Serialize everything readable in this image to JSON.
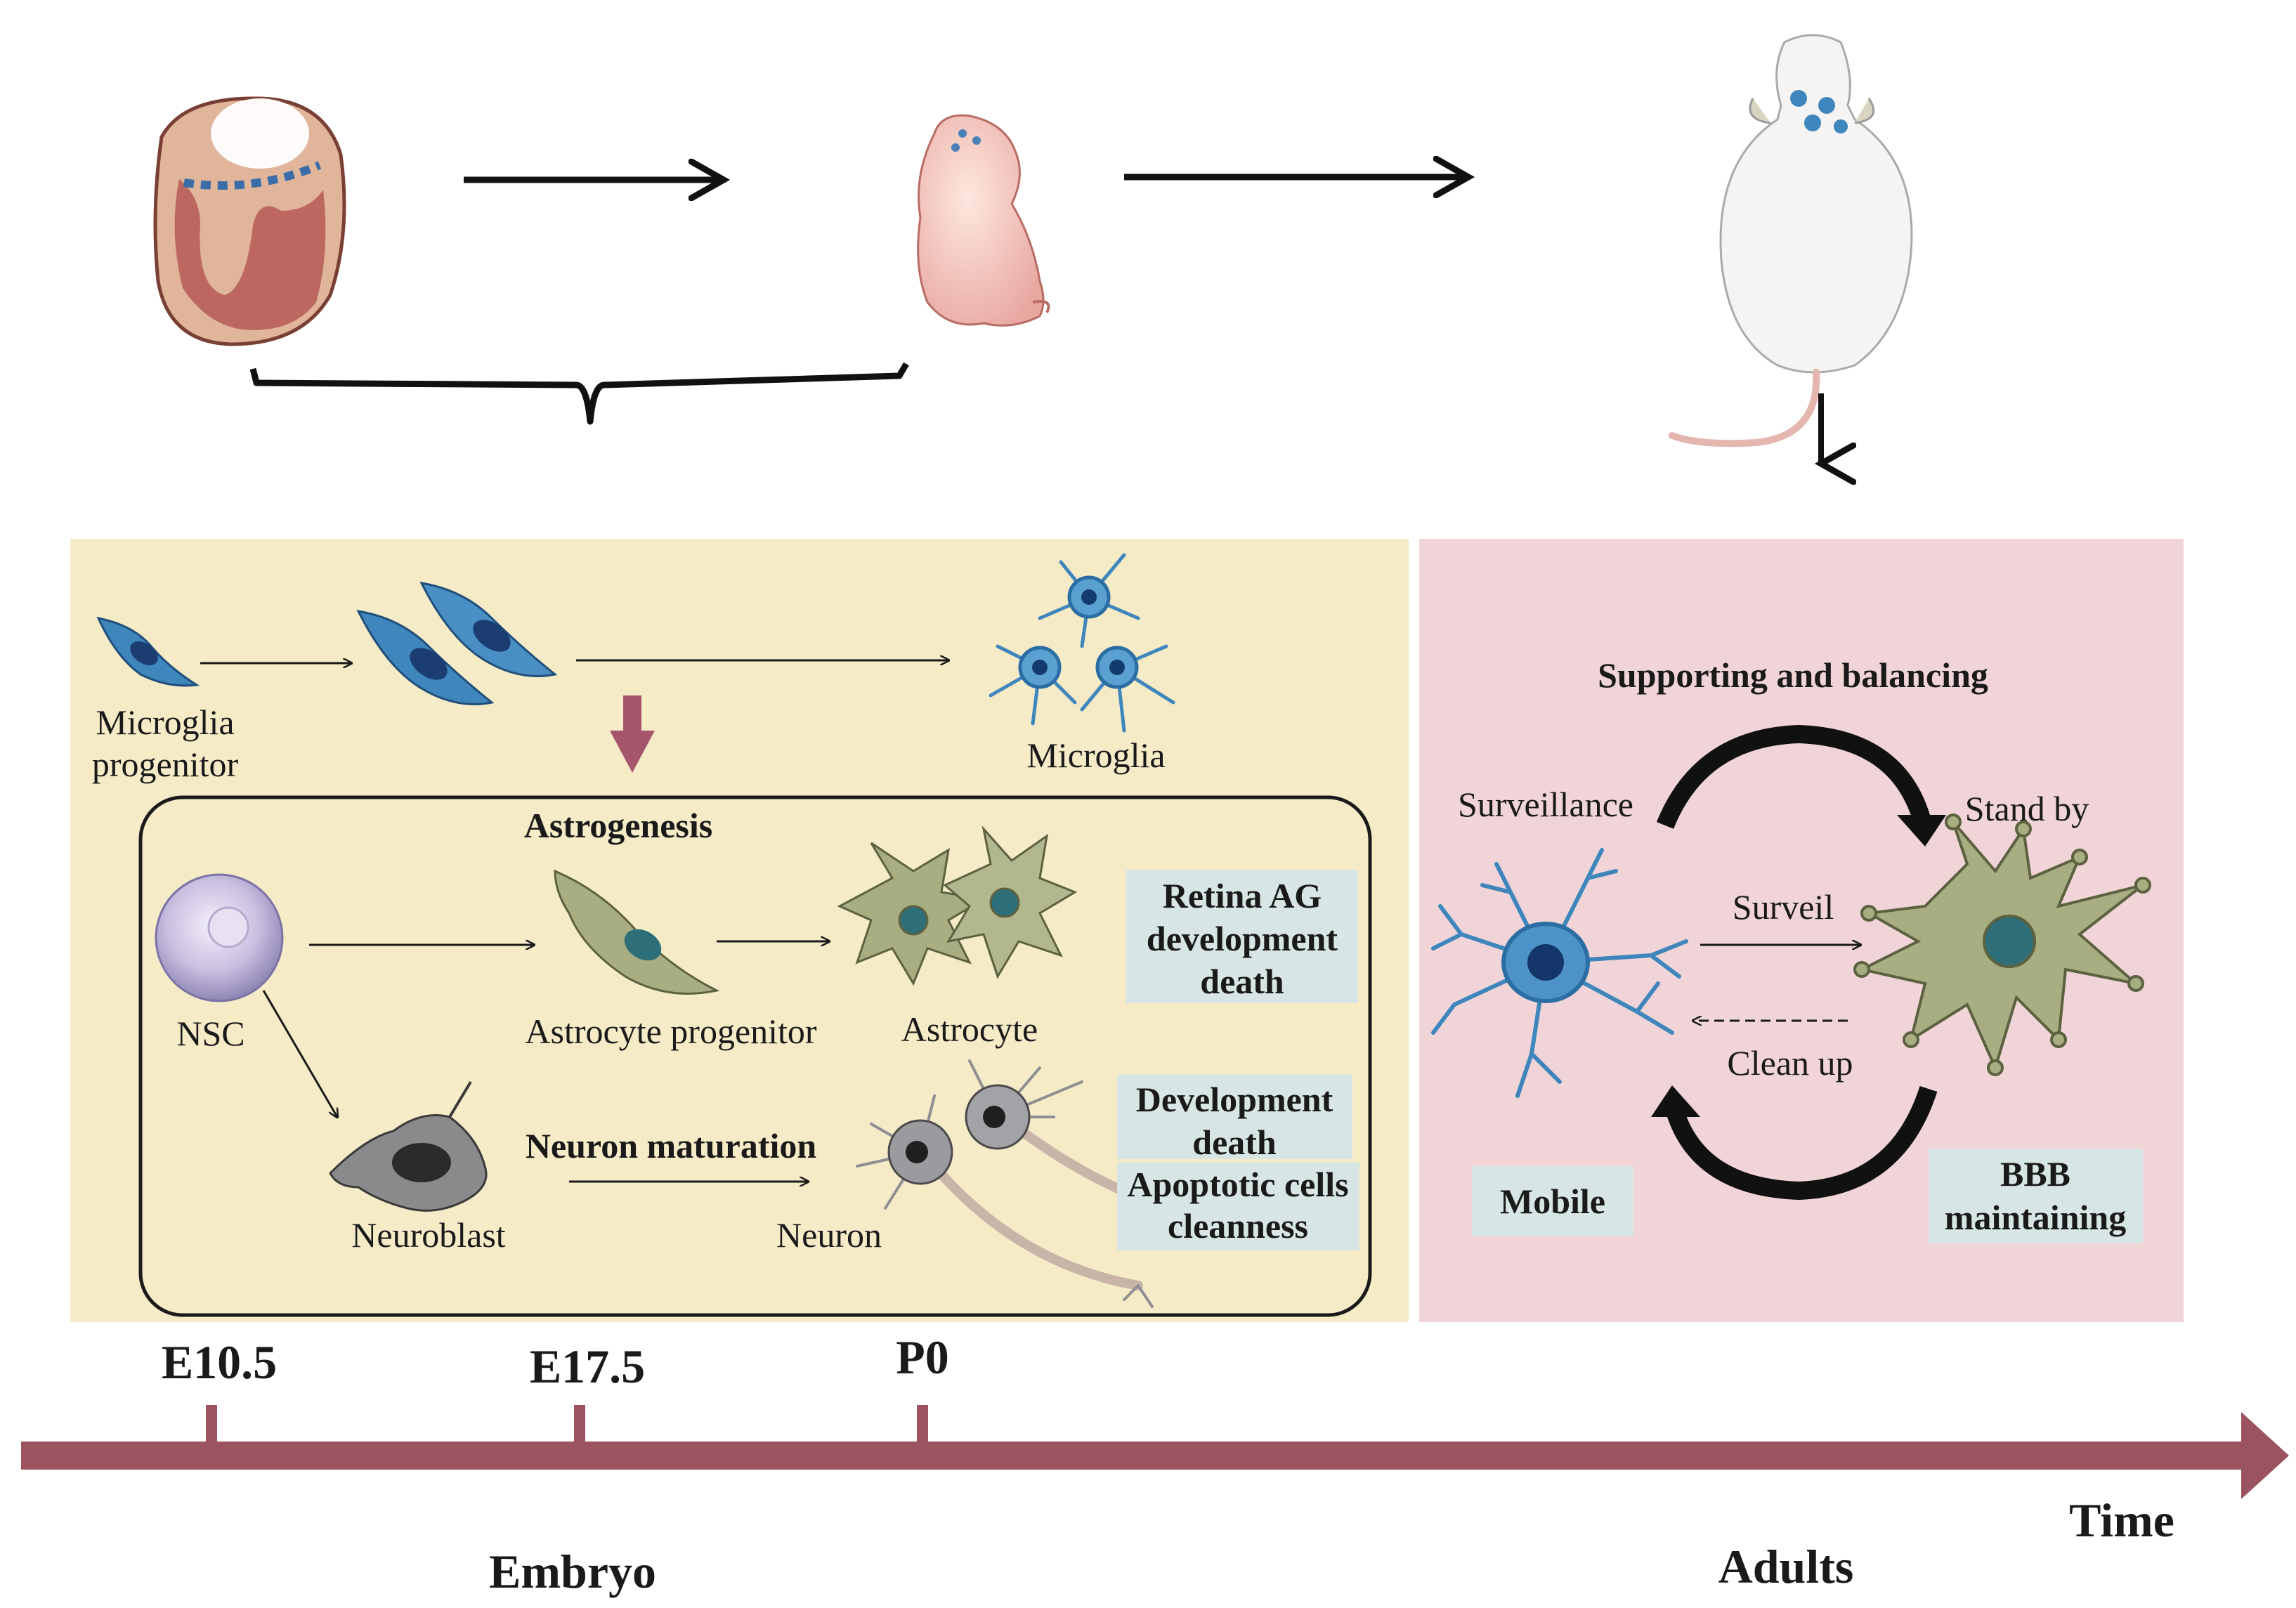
{
  "colors": {
    "embryo_panel": "#f5ebc7",
    "adult_panel": "#f1d4d7",
    "timeline": "#9c5360",
    "note_box": "#d7e6e4",
    "microglia": "#3f86bd",
    "astrocyte": "#a8ad82",
    "neuron": "#8f8f93"
  },
  "icons": [
    "embryo-heart-icon",
    "newborn-pup-icon",
    "adult-mouse-icon"
  ],
  "embryo_panel": {
    "microglia_progenitor": "Microglia progenitor",
    "microglia": "Microglia",
    "astrogenesis_title": "Astrogenesis",
    "nsc": "NSC",
    "astrocyte_progenitor": "Astrocyte progenitor",
    "astrocyte": "Astrocyte",
    "neuroblast": "Neuroblast",
    "neuron_maturation": "Neuron maturation",
    "neuron": "Neuron",
    "note_retina": [
      "Retina AG",
      "development",
      "death"
    ],
    "note_development": [
      "Development",
      "death"
    ],
    "note_apoptotic": [
      "Apoptotic cells",
      "cleanness"
    ]
  },
  "adult_panel": {
    "title": "Supporting and balancing",
    "surveillance": "Surveillance",
    "stand_by": "Stand by",
    "surveil": "Surveil",
    "clean_up": "Clean up",
    "mobile": "Mobile",
    "bbb": [
      "BBB",
      "maintaining"
    ]
  },
  "timeline": {
    "ticks": [
      "E10.5",
      "E17.5",
      "P0"
    ],
    "time_label": "Time",
    "embryo_label": "Embryo",
    "adults_label": "Adults"
  }
}
